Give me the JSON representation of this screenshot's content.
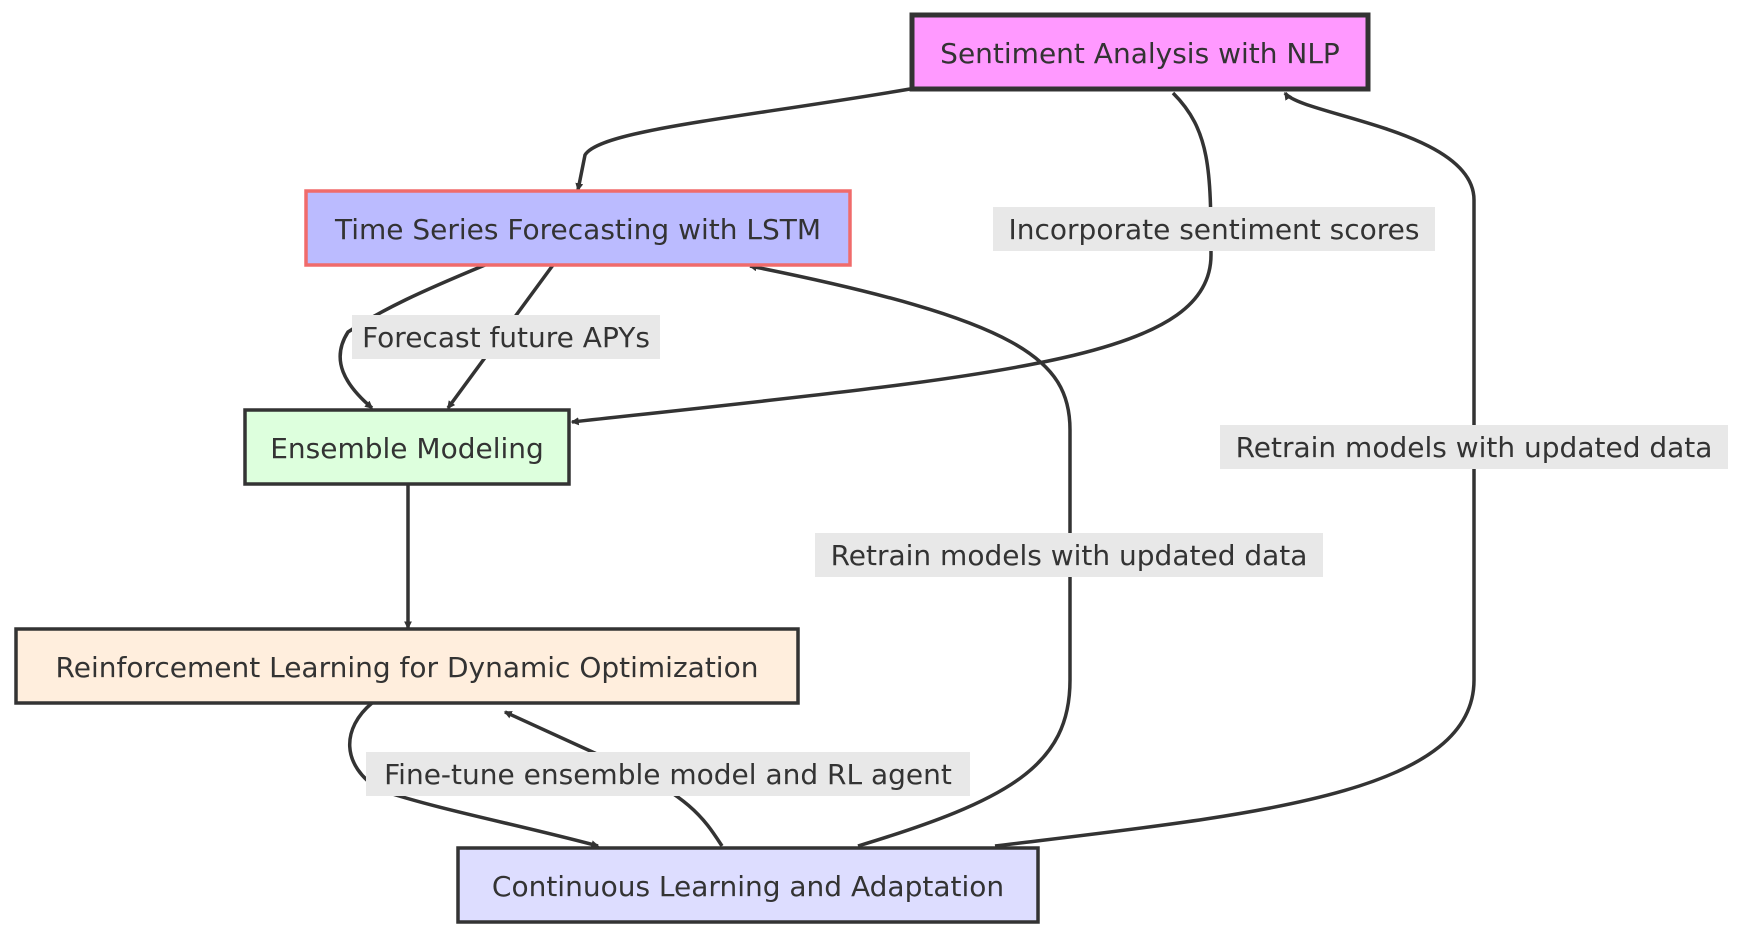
{
  "nodes": {
    "sentiment": {
      "label": "Sentiment Analysis with NLP",
      "fill": "#ff99ff",
      "stroke": "#333333"
    },
    "lstm": {
      "label": "Time Series Forecasting with LSTM",
      "fill": "#bbbbff",
      "stroke": "#f06b6b"
    },
    "ensemble": {
      "label": "Ensemble Modeling",
      "fill": "#ddffdd",
      "stroke": "#333333"
    },
    "rl": {
      "label": "Reinforcement Learning for Dynamic Optimization",
      "fill": "#ffeedd",
      "stroke": "#333333"
    },
    "continuous": {
      "label": "Continuous Learning and Adaptation",
      "fill": "#ddddff",
      "stroke": "#333333"
    }
  },
  "edge_labels": {
    "incorporate": "Incorporate sentiment scores",
    "forecast": "Forecast future APYs",
    "retrain_lstm": "Retrain models with updated data",
    "retrain_sentiment": "Retrain models with updated data",
    "finetune": "Fine-tune ensemble model and RL agent"
  },
  "colors": {
    "edge": "#333333",
    "label_bg": "#e8e8e8"
  }
}
